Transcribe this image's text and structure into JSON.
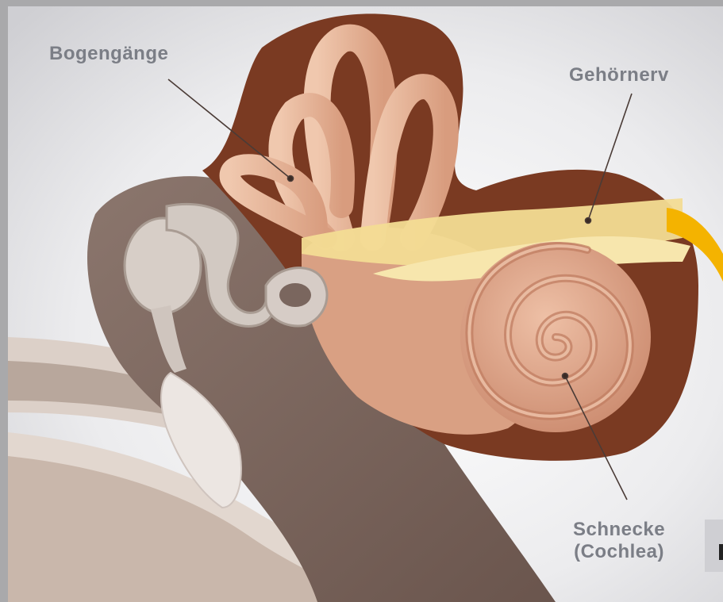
{
  "labels": {
    "semicircular_canals": "Bogengänge",
    "auditory_nerve": "Gehörnerv",
    "cochlea_line1": "Schnecke",
    "cochlea_line2": "(Cochlea)"
  },
  "colors": {
    "frame": "#a9a9ab",
    "background": "#ececef",
    "label_text": "#7b7e86",
    "leader_line": "#4a3b36",
    "bone_dark": "#7a665e",
    "inner_ear_cavity": "#7a3a22",
    "membrane": "#d9a083",
    "nerve": "#f3dc94",
    "nerve_highlight": "#f4b300"
  }
}
